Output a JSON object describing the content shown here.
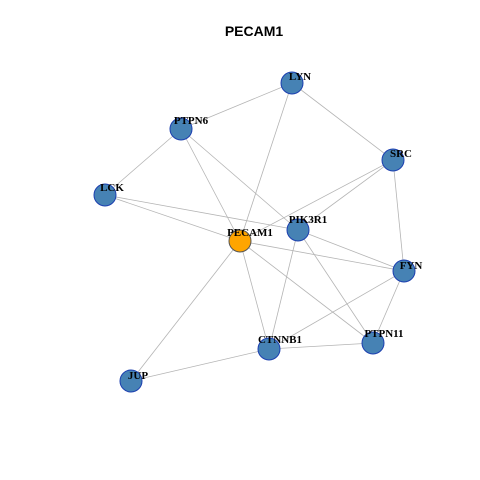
{
  "title": "PECAM1",
  "colors": {
    "default_node": "#4682b4",
    "default_border": "#1c3fb0",
    "focus_node": "#ffa500",
    "focus_border": "#555555",
    "edge": "#b4b4b4"
  },
  "nodes": [
    {
      "id": "LYN",
      "label": "LYN",
      "focus": false
    },
    {
      "id": "PTPN6",
      "label": "PTPN6",
      "focus": false
    },
    {
      "id": "SRC",
      "label": "SRC",
      "focus": false
    },
    {
      "id": "LCK",
      "label": "LCK",
      "focus": false
    },
    {
      "id": "PIK3R1",
      "label": "PIK3R1",
      "focus": false
    },
    {
      "id": "PECAM1",
      "label": "PECAM1",
      "focus": true
    },
    {
      "id": "FYN",
      "label": "FYN",
      "focus": false
    },
    {
      "id": "PTPN11",
      "label": "PTPN11",
      "focus": false
    },
    {
      "id": "CTNNB1",
      "label": "CTNNB1",
      "focus": false
    },
    {
      "id": "JUP",
      "label": "JUP",
      "focus": false
    }
  ],
  "edges": [
    [
      "LYN",
      "PTPN6"
    ],
    [
      "LYN",
      "SRC"
    ],
    [
      "LYN",
      "PECAM1"
    ],
    [
      "PTPN6",
      "LCK"
    ],
    [
      "PTPN6",
      "PECAM1"
    ],
    [
      "PTPN6",
      "PIK3R1"
    ],
    [
      "LCK",
      "PECAM1"
    ],
    [
      "LCK",
      "PIK3R1"
    ],
    [
      "SRC",
      "PECAM1"
    ],
    [
      "SRC",
      "PIK3R1"
    ],
    [
      "SRC",
      "FYN"
    ],
    [
      "PIK3R1",
      "FYN"
    ],
    [
      "PIK3R1",
      "PTPN11"
    ],
    [
      "PIK3R1",
      "CTNNB1"
    ],
    [
      "PECAM1",
      "FYN"
    ],
    [
      "PECAM1",
      "PTPN11"
    ],
    [
      "PECAM1",
      "CTNNB1"
    ],
    [
      "PECAM1",
      "JUP"
    ],
    [
      "FYN",
      "PTPN11"
    ],
    [
      "FYN",
      "CTNNB1"
    ],
    [
      "CTNNB1",
      "PTPN11"
    ],
    [
      "CTNNB1",
      "JUP"
    ]
  ]
}
